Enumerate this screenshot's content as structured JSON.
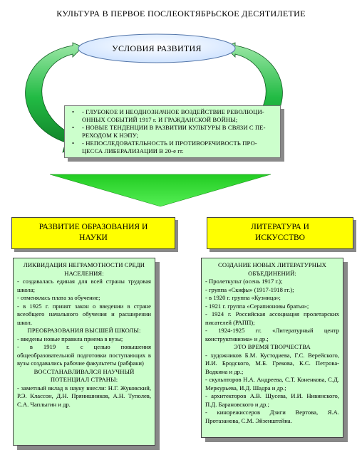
{
  "title": "КУЛЬТУРА В ПЕРВОЕ ПОСЛЕОКТЯБРЬСКОЕ ДЕСЯТИЛЕТИЕ",
  "conditions": {
    "label": "УСЛОВИЯ РАЗВИТИЯ",
    "items": [
      "- ГЛУБОКОЕ И НЕОДНОЗНАЧНОЕ ВОЗДЕЙСТВИЕ РЕВОЛЮЦИ-ОННЫХ СОБЫТИЙ 1917 г. И ГРАЖДАНСКОЙ ВОЙНЫ;",
      "- НОВЫЕ ТЕНДЕНЦИИ В РАЗВИТИИ КУЛЬТУРЫ В СВЯЗИ С ПЕ-РЕХОДОМ К НЭПУ;",
      "- НЕПОСЛЕДОВАТЕЛЬНОСТЬ И ПРОТИВОРЕЧИВОСТЬ ПРО-ЦЕССА ЛИБЕРАЛИЗАЦИИ В 20-е гг."
    ],
    "bullet": "•"
  },
  "left": {
    "header": [
      "РАЗВИТИЕ ОБРАЗОВАНИЯ И",
      "НАУКИ"
    ],
    "lines": [
      {
        "t": "ЛИКВИДАЦИЯ НЕГРАМОТНОСТИ СРЕДИ НАСЕЛЕНИЯ:",
        "c": "h"
      },
      {
        "t": "- создавалась единая для всей страны трудовая школа;",
        "c": "j"
      },
      {
        "t": "- отменялась плата за обучение;",
        "c": "j"
      },
      {
        "t": "- в 1925 г. принят закон о введении в стране всеобщего начального обучения и расширении школ.",
        "c": "j"
      },
      {
        "t": "ПРЕОБРАЗОВАНИЯ ВЫСШЕЙ ШКОЛЫ:",
        "c": "h"
      },
      {
        "t": "- введены новые правила приема в вузы;",
        "c": "j"
      },
      {
        "t": "- в 1919 г. с целью повышения общеобразовательной подготовки поступающих в вузы создавались рабочие факультеты (рабфаки)",
        "c": "j"
      },
      {
        "t": "ВОССТАНАВЛИВАЛСЯ НАУЧНЫЙ ПОТЕНЦИАЛ СТРАНЫ:",
        "c": "h"
      },
      {
        "t": "- заметный вклад в науку внесли: Н.Г. Жуковский, Р.Э. Классон, Д.Н. Прянишников, А.Н. Туполев, С.А. Чаплыгин и др.",
        "c": "j"
      }
    ]
  },
  "right": {
    "header": [
      "ЛИТЕРАТУРА И",
      "ИСКУССТВО"
    ],
    "lines": [
      {
        "t": "СОЗДАНИЕ НОВЫХ ЛИТЕРАТУРНЫХ ОБЪЕДИНЕНИЙ:",
        "c": "h"
      },
      {
        "t": "- Пролеткульт (осень 1917 г.);",
        "c": "j"
      },
      {
        "t": "- группа «Скифы» (1917-1918 гг.);",
        "c": "j"
      },
      {
        "t": "- в 1920 г. группа «Кузница»;",
        "c": "j"
      },
      {
        "t": "- 1921 г. группа «Серапионовы братья»;",
        "c": "j"
      },
      {
        "t": "- 1924 г. Российская ассоциация пролетарских писателей (РАПП);",
        "c": "j"
      },
      {
        "t": "- 1924-1925 гг. «Литературный центр конструктивизма» и др.;",
        "c": "j"
      },
      {
        "t": "ЭТО ВРЕМЯ ТВОРЧЕСТВА",
        "c": "h"
      },
      {
        "t": "- художников Б.М. Кустодиева, Г.С. Верейского, И.И. Бродского, М.Б. Грекова, К.С. Петрова-Водкина и др.;",
        "c": "j"
      },
      {
        "t": "- скульпторов Н.А. Андреева, С.Т. Коненкова, С.Д. Меркурьева, И.Д. Шадра и др.;",
        "c": "j"
      },
      {
        "t": "- архитекторов А.В. Щусева, И.И. Нивинского, П.Д. Барановского и др.;",
        "c": "j"
      },
      {
        "t": "- кинорежиссеров Дзиги Вертова, Я.А. Протазанова, С.М. Эйзенштейна.",
        "c": "j"
      }
    ]
  },
  "colors": {
    "arrow": "#22bb44",
    "ellipse": "#ddeeff",
    "green_box": "#ccffcc",
    "header": "#ffff00"
  }
}
